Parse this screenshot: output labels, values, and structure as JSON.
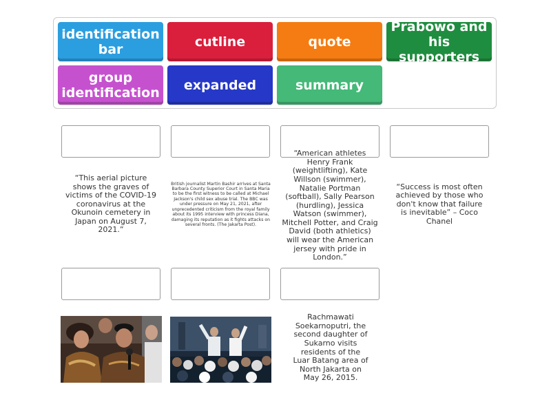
{
  "tiles": [
    {
      "label": "identification bar",
      "color": "#2b9ee0"
    },
    {
      "label": "cutline",
      "color": "#d91f3c"
    },
    {
      "label": "quote",
      "color": "#f57c12"
    },
    {
      "label": "Prabowo and his supporters",
      "color": "#1f8d3f"
    },
    {
      "label": "group identification",
      "color": "#c651cf"
    },
    {
      "label": "expanded",
      "color": "#2638c7"
    },
    {
      "label": "summary",
      "color": "#44b978"
    }
  ],
  "clues": {
    "c1": "“This aerial picture shows the graves of victims of the COVID-19 coronavirus at the Okunoin cemetery in Japan on August 7, 2021.”",
    "c2": "British journalist Martin Bashir arrives at Santa Barbara County Superior Court in Santa Maria to be the first witness to be called at Michael Jackson's child sex abuse trial. The BBC was under pressure on May 21, 2021, after unprecedented criticism from the royal family about its 1995 interview with princess Diana, damaging its reputation as it fights attacks on several fronts. (The Jakarta Post).",
    "c3": "“American athletes Henry Frank (weightlifting), Kate Willson (swimmer), Natalie Portman (softball), Sally Pearson (hurdling), Jessica Watson (swimmer), Mitchell Potter, and Craig David (both athletics) will wear the American jersey with pride in London.”",
    "c4": "“Success is most often achieved by those who don't know that failure is inevitable” – Coco Chanel",
    "c7": "Rachmawati Soekarnoputri, the second daughter of Sukarno visits residents of the Luar Batang area of North Jakarta on May 26, 2015."
  }
}
